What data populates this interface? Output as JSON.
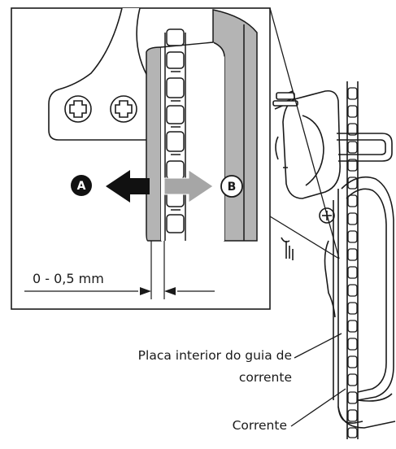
{
  "labels": {
    "dimension": "0 - 0,5 mm",
    "plate_line1": "Placa interior do guia de",
    "plate_line2": "corrente",
    "chain": "Corrente"
  },
  "markers": {
    "a": "A",
    "b": "B"
  },
  "colors": {
    "line": "#1a1a1a",
    "gray_band": "#b4b4b4",
    "arrow_a": "#111111",
    "arrow_b": "#a6a6a6",
    "paper": "#ffffff"
  }
}
